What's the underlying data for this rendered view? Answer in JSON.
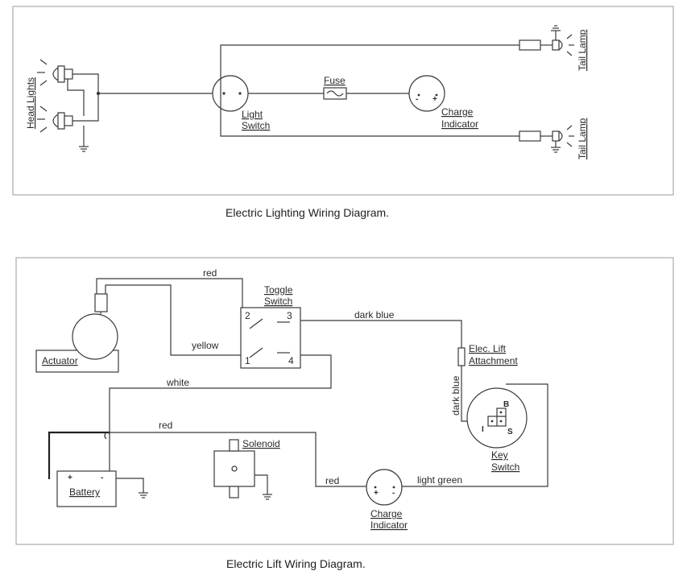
{
  "lighting": {
    "caption": "Electric Lighting Wiring Diagram.",
    "head_lights": "Head Lights",
    "light_switch": [
      "Light",
      "Switch"
    ],
    "fuse": "Fuse",
    "charge_indicator": [
      "Charge",
      "Indicator"
    ],
    "tail_lamp_top": "Tail Lamp",
    "tail_lamp_bottom": "Tail Lamp",
    "minus": "-",
    "plus": "+"
  },
  "lift": {
    "caption": "Electric Lift Wiring Diagram.",
    "actuator": "Actuator",
    "toggle_switch": [
      "Toggle",
      "Switch"
    ],
    "toggle_terminals": [
      "1",
      "2",
      "3",
      "4"
    ],
    "elec_lift": [
      "Elec. Lift",
      "Attachment"
    ],
    "key_switch": [
      "Key",
      "Switch"
    ],
    "key_terminals": [
      "B",
      "I",
      "S"
    ],
    "battery": "Battery",
    "battery_plus": "+",
    "battery_minus": "-",
    "solenoid": "Solenoid",
    "charge_indicator": [
      "Charge",
      "Indicator"
    ],
    "ci_plus": "+",
    "ci_minus": "-",
    "wires": {
      "red_top": "red",
      "yellow": "yellow",
      "white": "white",
      "red_mid": "red",
      "dark_blue_h": "dark blue",
      "dark_blue_v": "dark blue",
      "red_low": "red",
      "light_green": "light green"
    }
  }
}
